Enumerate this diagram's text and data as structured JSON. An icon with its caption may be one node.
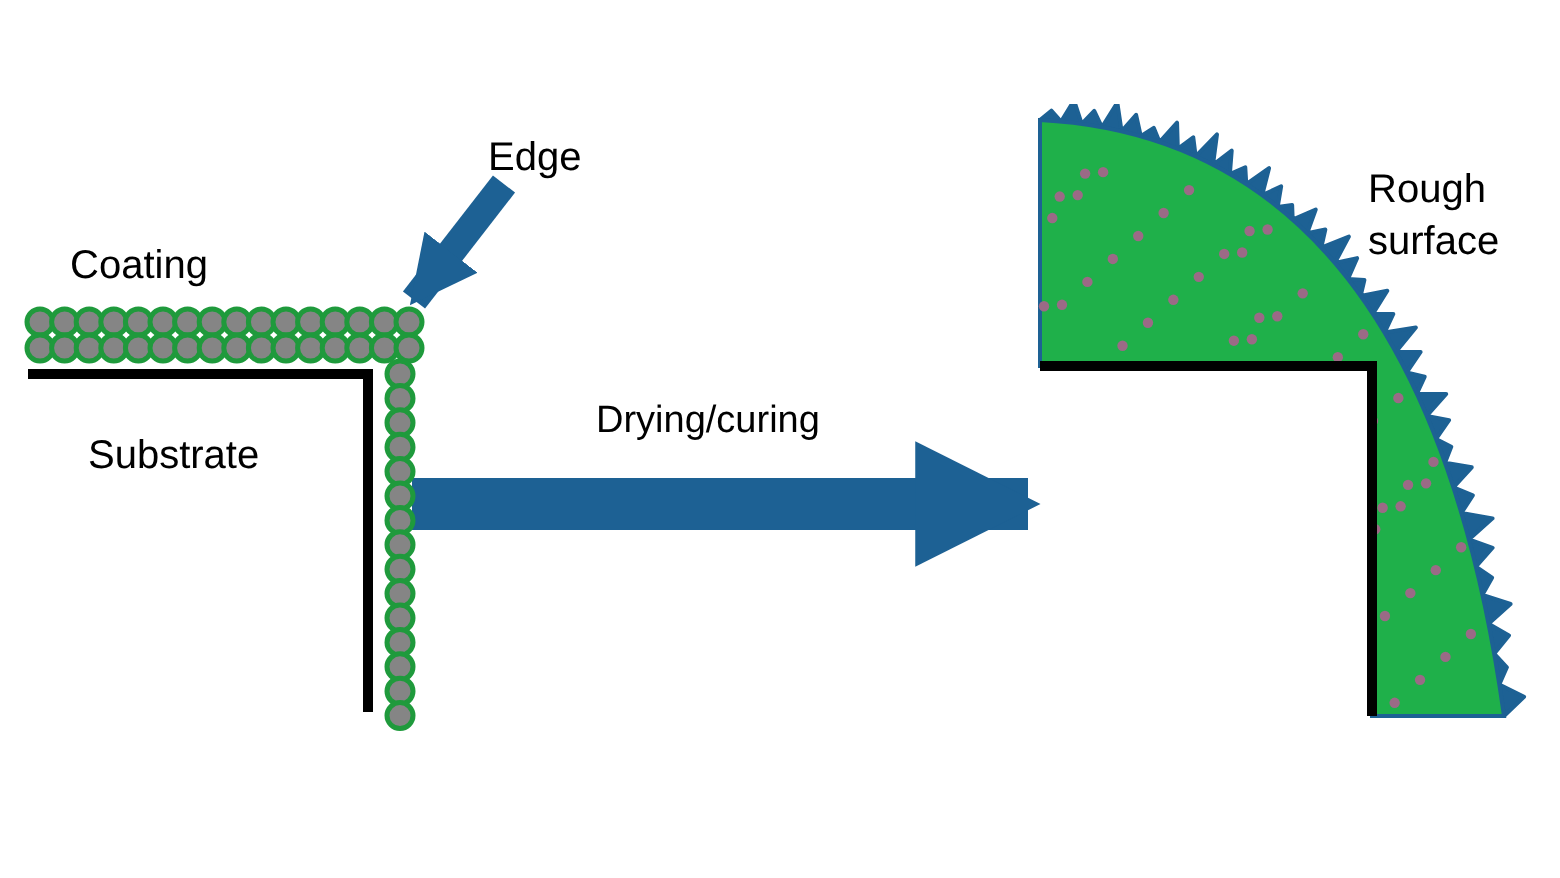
{
  "diagram": {
    "nodes": [
      {
        "text": [],
        "shape": "picture"
      },
      {
        "text": [],
        "shape": "picture"
      },
      {
        "text": [
          "Edge"
        ]
      }
    ],
    "edges": [
      {
        "from": 0,
        "to": 1,
        "arrow": "to",
        "label": "Drying/curing",
        "style": "thick"
      },
      {
        "from": 2,
        "to": 0,
        "arrow": "to"
      }
    ],
    "labels": [
      "Coating",
      "Substrate",
      "Rough surface"
    ]
  }
}
